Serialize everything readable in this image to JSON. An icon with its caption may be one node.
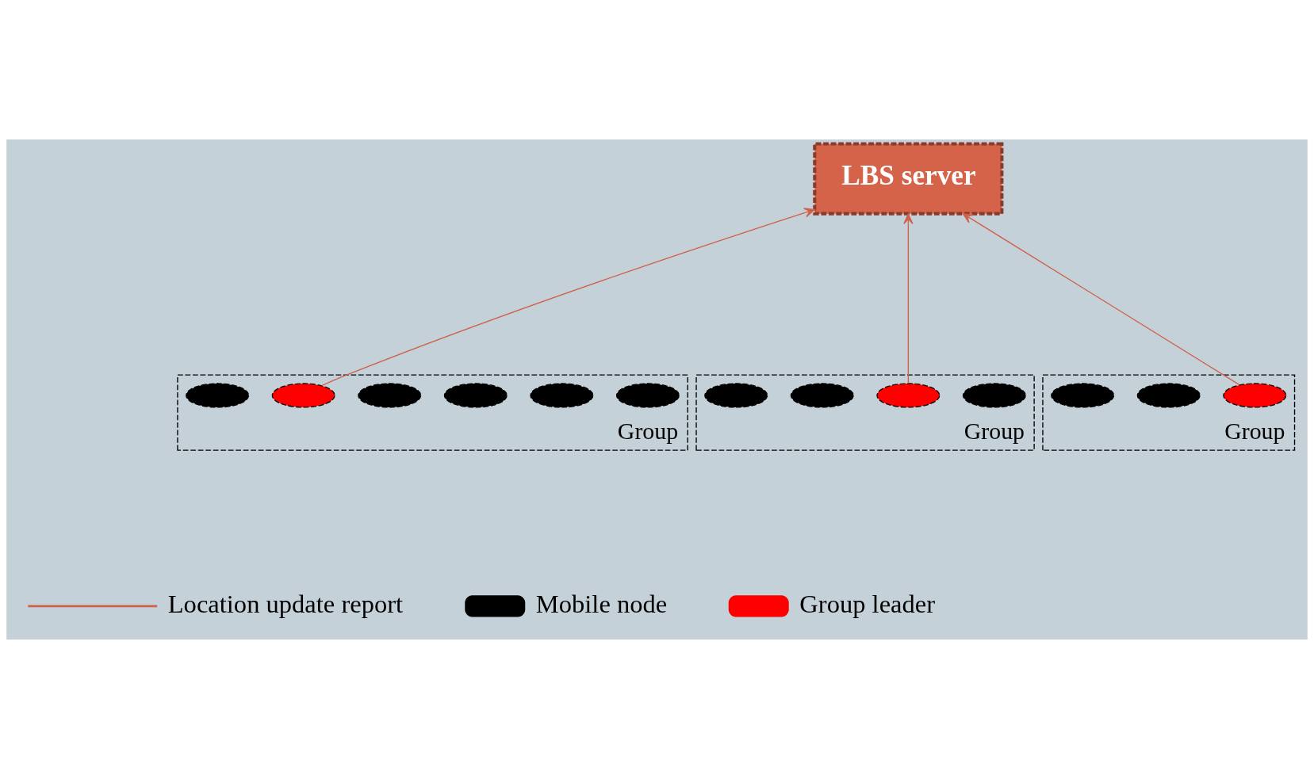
{
  "diagram": {
    "nodes": [
      {
        "text": [
          "LBS server"
        ]
      },
      {
        "text": [
          "Group"
        ]
      },
      {
        "text": [],
        "shape": "ellipse",
        "in": 1
      },
      {
        "text": [],
        "shape": "ellipse",
        "in": 1
      },
      {
        "text": [],
        "shape": "ellipse",
        "in": 1
      },
      {
        "text": [],
        "shape": "ellipse",
        "in": 1
      },
      {
        "text": [],
        "shape": "ellipse",
        "in": 1
      },
      {
        "text": [],
        "shape": "ellipse",
        "in": 1
      },
      {
        "text": [
          "Group"
        ]
      },
      {
        "text": [],
        "shape": "ellipse",
        "in": 8
      },
      {
        "text": [],
        "shape": "ellipse",
        "in": 8
      },
      {
        "text": [],
        "shape": "ellipse",
        "in": 8
      },
      {
        "text": [],
        "shape": "ellipse",
        "in": 8
      },
      {
        "text": [
          "Group"
        ]
      },
      {
        "text": [],
        "shape": "ellipse",
        "in": 13
      },
      {
        "text": [],
        "shape": "ellipse",
        "in": 13
      },
      {
        "text": [],
        "shape": "ellipse",
        "in": 13
      }
    ],
    "edges": [
      {
        "from": 3,
        "to": 0,
        "arrow": "to"
      },
      {
        "from": 11,
        "to": 0,
        "arrow": "to"
      },
      {
        "from": 16,
        "to": 0,
        "arrow": "to"
      }
    ],
    "legend": [
      {
        "text": "Location update report"
      },
      {
        "text": "Mobile node"
      },
      {
        "text": "Group leader"
      }
    ]
  }
}
